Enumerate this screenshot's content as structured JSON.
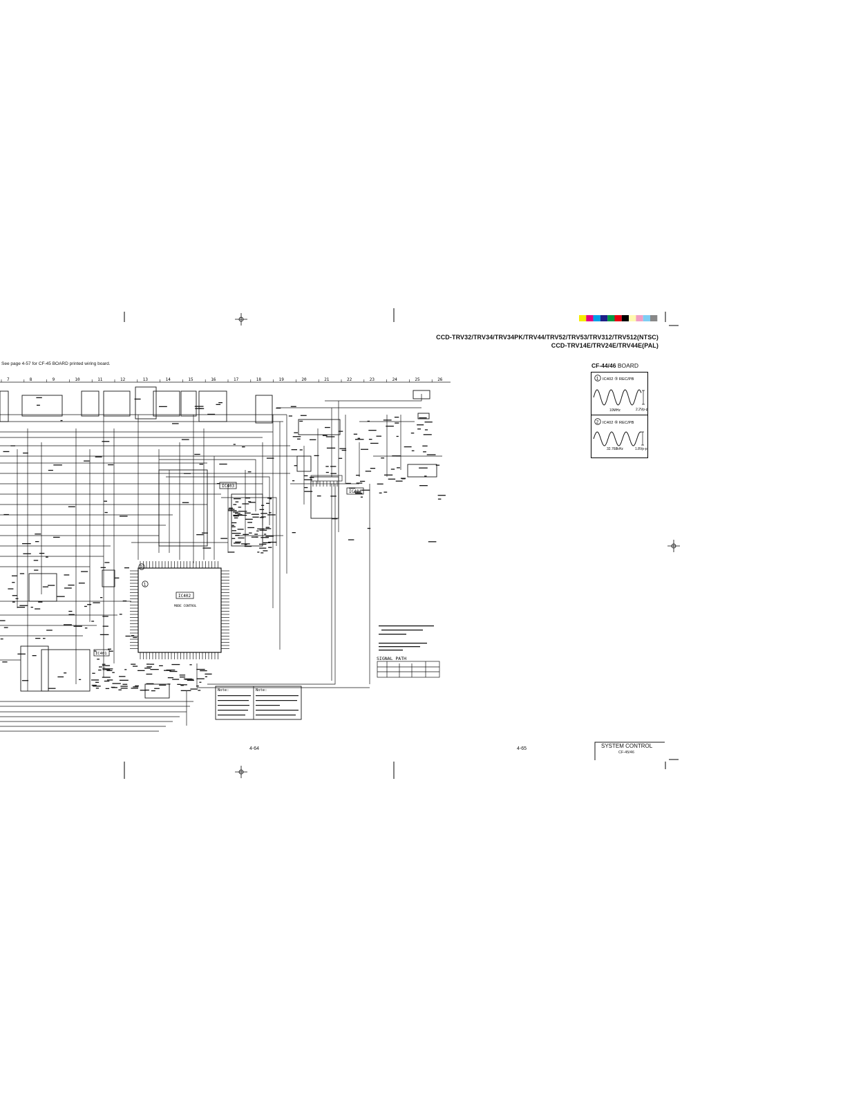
{
  "header": {
    "model_line_1": "CCD-TRV32/TRV34/TRV34PK/TRV44/TRV52/TRV53/TRV312/TRV512(NTSC)",
    "model_line_2": "CCD-TRV14E/TRV24E/TRV44E(PAL)"
  },
  "wiring_note": "See page 4-57 for CF-45 BOARD printed wiring board.",
  "grid_columns": [
    "7",
    "8",
    "9",
    "10",
    "11",
    "12",
    "13",
    "14",
    "15",
    "16",
    "17",
    "18",
    "19",
    "20",
    "21",
    "22",
    "23",
    "24",
    "25",
    "26"
  ],
  "ic_labels": {
    "ic402": "IC402",
    "ic403": "IC403",
    "ic404": "IC404",
    "ic401": "IC401",
    "mode_control": "MODE CONTROL"
  },
  "waveform_panel": {
    "board_bold": "CF-44/46",
    "board_suffix": "BOARD",
    "waves": [
      {
        "number": "1",
        "label": "IC402 ⑤ REC/PB",
        "freq": "10MHz",
        "amplitude": "2.2Vp-p"
      },
      {
        "number": "2",
        "label": "IC402 ⑥ REC/PB",
        "freq": "32.768kHz",
        "amplitude": "1.8Vp-p"
      }
    ]
  },
  "circle_marks": [
    "1",
    "2"
  ],
  "signal_path_title": "SIGNAL PATH",
  "notes_table": {
    "left_head": "Note:",
    "right_head": "Note:"
  },
  "page_numbers": {
    "left": "4-64",
    "right": "4-65"
  },
  "section_title": {
    "title": "SYSTEM CONTROL",
    "board": "CF-45/46"
  },
  "colors": {
    "color_bar": [
      "#f6ec00",
      "#e4007f",
      "#00a0e9",
      "#1d2088",
      "#009944",
      "#e60012",
      "#000000",
      "#fff9b0",
      "#f19ec2",
      "#7ecef4",
      "#888888"
    ],
    "ink": "#111111"
  }
}
